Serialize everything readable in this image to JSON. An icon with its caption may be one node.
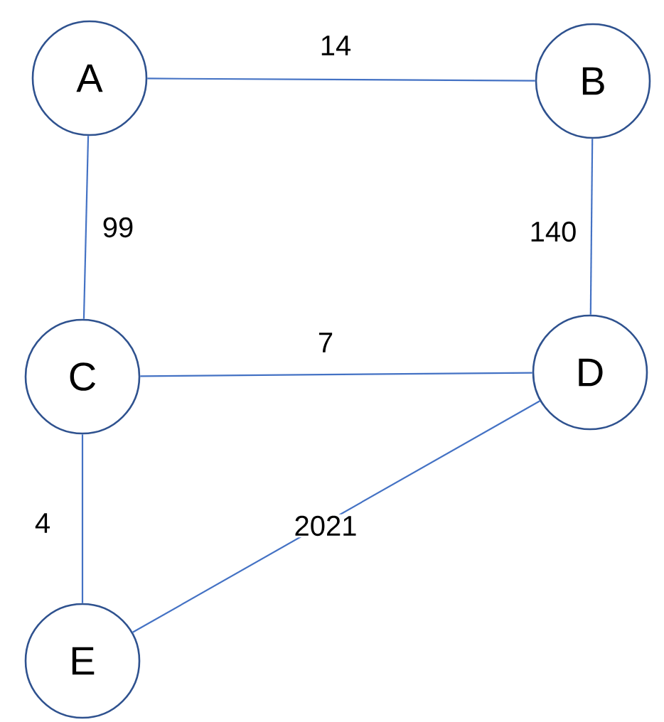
{
  "diagram": {
    "nodes": [
      {
        "text": [
          "A"
        ]
      },
      {
        "text": [
          "B"
        ]
      },
      {
        "text": [
          "C"
        ]
      },
      {
        "text": [
          "D"
        ]
      },
      {
        "text": [
          "E"
        ]
      }
    ],
    "edges": [
      {
        "from": 0,
        "to": 1,
        "arrow": "none",
        "label": "14"
      },
      {
        "from": 0,
        "to": 2,
        "arrow": "none",
        "label": "99"
      },
      {
        "from": 1,
        "to": 3,
        "arrow": "none",
        "label": "140"
      },
      {
        "from": 2,
        "to": 3,
        "arrow": "none",
        "label": "7"
      },
      {
        "from": 2,
        "to": 4,
        "arrow": "none",
        "label": "4"
      },
      {
        "from": 4,
        "to": 3,
        "arrow": "none",
        "label": "2021"
      }
    ]
  }
}
